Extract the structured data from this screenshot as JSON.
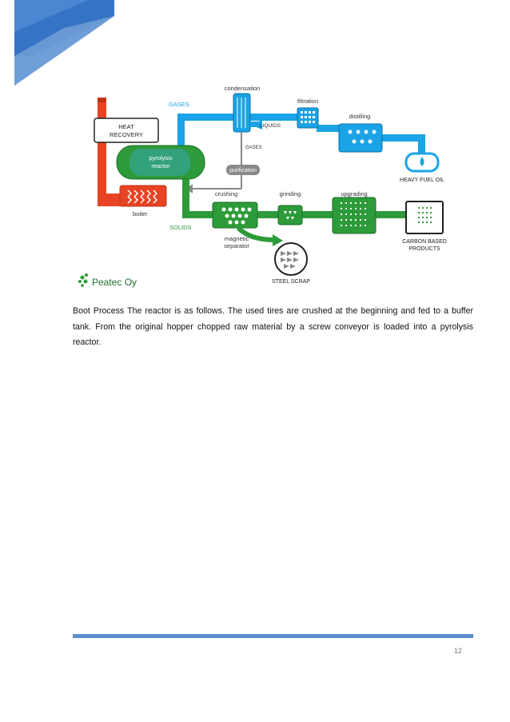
{
  "diagram": {
    "labels": {
      "gases_top": "GASES",
      "condensation": "condensation",
      "filtration": "filtration",
      "distilling": "distilling",
      "liquids": "LIQUIDS",
      "gases_mid": "GASES",
      "heat_recovery_1": "HEAT",
      "heat_recovery_2": "RECOVERY",
      "reactor_1": "pyrolysis",
      "reactor_2": "reactor",
      "purification": "purification",
      "heavy_fuel_oil": "HEAVY FUEL OIL",
      "crushing": "crushing",
      "grinding": "grinding",
      "upgrading": "upgrading",
      "boiler": "boiler",
      "solids": "SOLIDS",
      "magnetic_1": "magnetic",
      "magnetic_2": "separator",
      "carbon_1": "CARBON BASED",
      "carbon_2": "PRODUCTS",
      "steel_scrap": "STEEL SCRAP",
      "logo_text": "Peatec Oy"
    },
    "colors": {
      "blue": "#1aa3e6",
      "green": "#2d9b3a",
      "red": "#e64424",
      "grey": "#888888"
    }
  },
  "body": {
    "paragraph": "Boot Process The reactor is as follows. The used tires are crushed at the beginning and fed to a buffer tank. From the original hopper chopped raw material by a screw conveyor is loaded into a pyrolysis reactor."
  },
  "footer": {
    "page_number": "12"
  }
}
